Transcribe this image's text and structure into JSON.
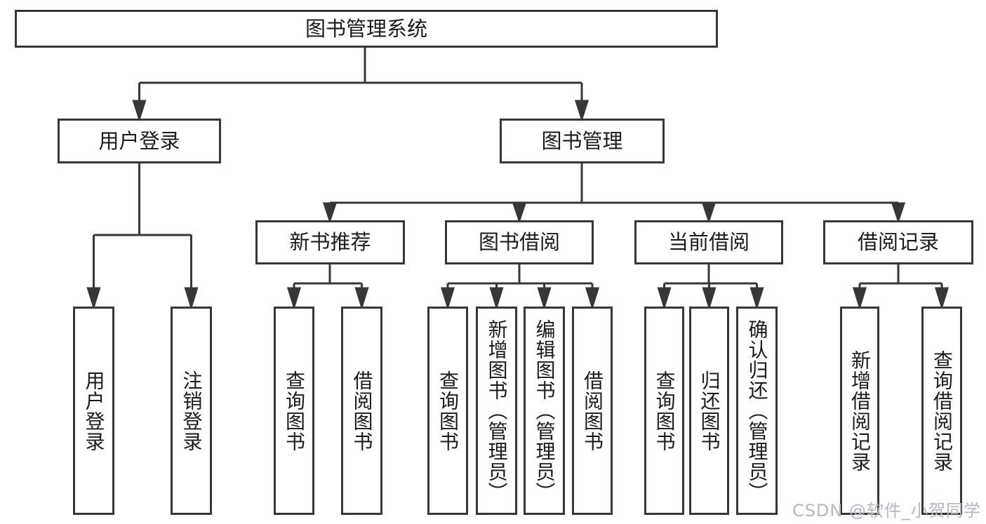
{
  "diagram": {
    "type": "tree",
    "title": "图书管理系统",
    "colors": {
      "line": "#373737",
      "box_border": "#373737",
      "box_fill": "#ffffff",
      "text": "#1b1b1b",
      "watermark": "#b3b7c0",
      "background": "#ffffff"
    },
    "watermark": "CSDN @软件_小贺同学",
    "nodes": {
      "root": "图书管理系统",
      "user_login": "用户登录",
      "book_mgmt": "图书管理",
      "new_book_rec": "新书推荐",
      "book_borrow": "图书借阅",
      "current_borrow": "当前借阅",
      "borrow_records": "借阅记录",
      "ul_login": "用户登录",
      "ul_logout": "注销登录",
      "nbr_query_book": "查询图书",
      "nbr_borrow_book": "借阅图书",
      "bb_query_book": "查询图书",
      "bb_add_book": "新增图书（管理员）",
      "bb_edit_book": "编辑图书（管理员）",
      "bb_borrow_book": "借阅图书",
      "cb_query_book": "查询图书",
      "cb_return_book": "归还图书",
      "cb_confirm_return": "确认归还（管理员）",
      "br_add_record": "新增借阅记录",
      "br_query_record": "查询借阅记录"
    },
    "hierarchy": {
      "root": [
        "user_login",
        "book_mgmt"
      ],
      "user_login": [
        "ul_login",
        "ul_logout"
      ],
      "book_mgmt": [
        "new_book_rec",
        "book_borrow",
        "current_borrow",
        "borrow_records"
      ],
      "new_book_rec": [
        "nbr_query_book",
        "nbr_borrow_book"
      ],
      "book_borrow": [
        "bb_query_book",
        "bb_add_book",
        "bb_edit_book",
        "bb_borrow_book"
      ],
      "current_borrow": [
        "cb_query_book",
        "cb_return_book",
        "cb_confirm_return"
      ],
      "borrow_records": [
        "br_add_record",
        "br_query_record"
      ]
    }
  }
}
